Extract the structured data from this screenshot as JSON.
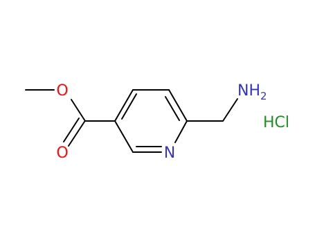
{
  "structure": {
    "atoms": {
      "ester_oxygen": {
        "symbol": "O",
        "color": "#ff0d0d"
      },
      "carbonyl_oxygen": {
        "symbol": "O",
        "color": "#ff0d0d"
      },
      "ring_nitrogen": {
        "symbol": "N",
        "color": "#3333cc"
      },
      "amine": {
        "symbol": "NH",
        "subscript": "2",
        "color": "#3333cc"
      }
    },
    "salt": {
      "label": "HCl",
      "color": "#1f8f1f"
    },
    "bond_color": "#000000"
  }
}
